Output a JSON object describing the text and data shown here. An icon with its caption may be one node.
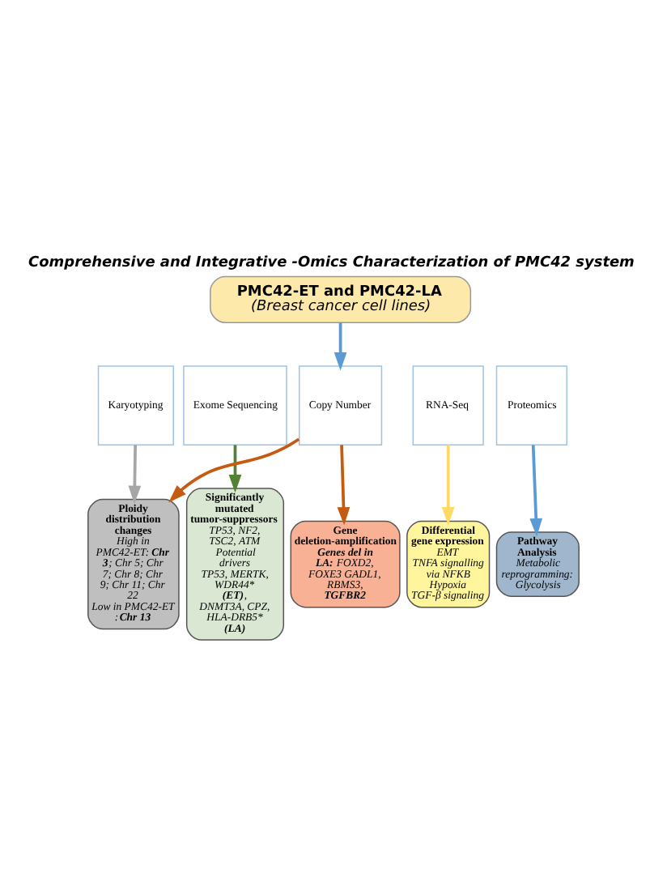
{
  "diagram": {
    "title": "Comprehensive and Integrative -Omics Characterization of PMC42 system",
    "nodes": [
      {
        "text": [
          "PMC42-ET and PMC42-LA",
          "(Breast cancer cell lines)"
        ]
      },
      {
        "text": [
          "Karyotyping"
        ]
      },
      {
        "text": [
          "Exome Sequencing"
        ]
      },
      {
        "text": [
          "Copy Number"
        ]
      },
      {
        "text": [
          "RNA-Seq"
        ]
      },
      {
        "text": [
          "Proteomics"
        ]
      },
      {
        "text": [
          "Ploidy distribution changes",
          "High in PMC42-ET: **Chr 3**; Chr 5; Chr 7; Chr 8; Chr 9; Chr 11; Chr 22",
          "Low in PMC42-ET :**Chr 13**"
        ]
      },
      {
        "text": [
          "Significantly mutated tumor-suppressors",
          "TP53, NF2, TSC2, ATM",
          "Potential drivers",
          "TP53, MERTK, WDR44* **(ET)**, DNMT3A, CPZ, HLA-DRB5* **(LA)**"
        ]
      },
      {
        "text": [
          "Gene deletion-amplification",
          "**Genes del in LA:** FOXD2, FOXE3 GADL1, RBMS3, **TGFBR2**"
        ]
      },
      {
        "text": [
          "Differential gene expression",
          "EMT",
          "TNFA signalling via NFKB",
          "Hypoxia",
          "TGF-β signaling"
        ]
      },
      {
        "text": [
          "Pathway Analysis",
          "Metabolic reprogramming: Glycolysis"
        ]
      }
    ],
    "edges": [
      {
        "from": 0,
        "to": 3,
        "arrow": "to",
        "color": "#5b9bd5"
      },
      {
        "from": 1,
        "to": 6,
        "arrow": "to",
        "color": "#a6a6a6"
      },
      {
        "from": 2,
        "to": 7,
        "arrow": "to",
        "color": "#548235"
      },
      {
        "from": 3,
        "to": 6,
        "arrow": "to",
        "color": "#c55a11"
      },
      {
        "from": 3,
        "to": 8,
        "arrow": "to",
        "color": "#c55a11"
      },
      {
        "from": 4,
        "to": 9,
        "arrow": "to",
        "color": "#ffd966"
      },
      {
        "from": 5,
        "to": 10,
        "arrow": "to",
        "color": "#5b9bd5"
      }
    ]
  }
}
